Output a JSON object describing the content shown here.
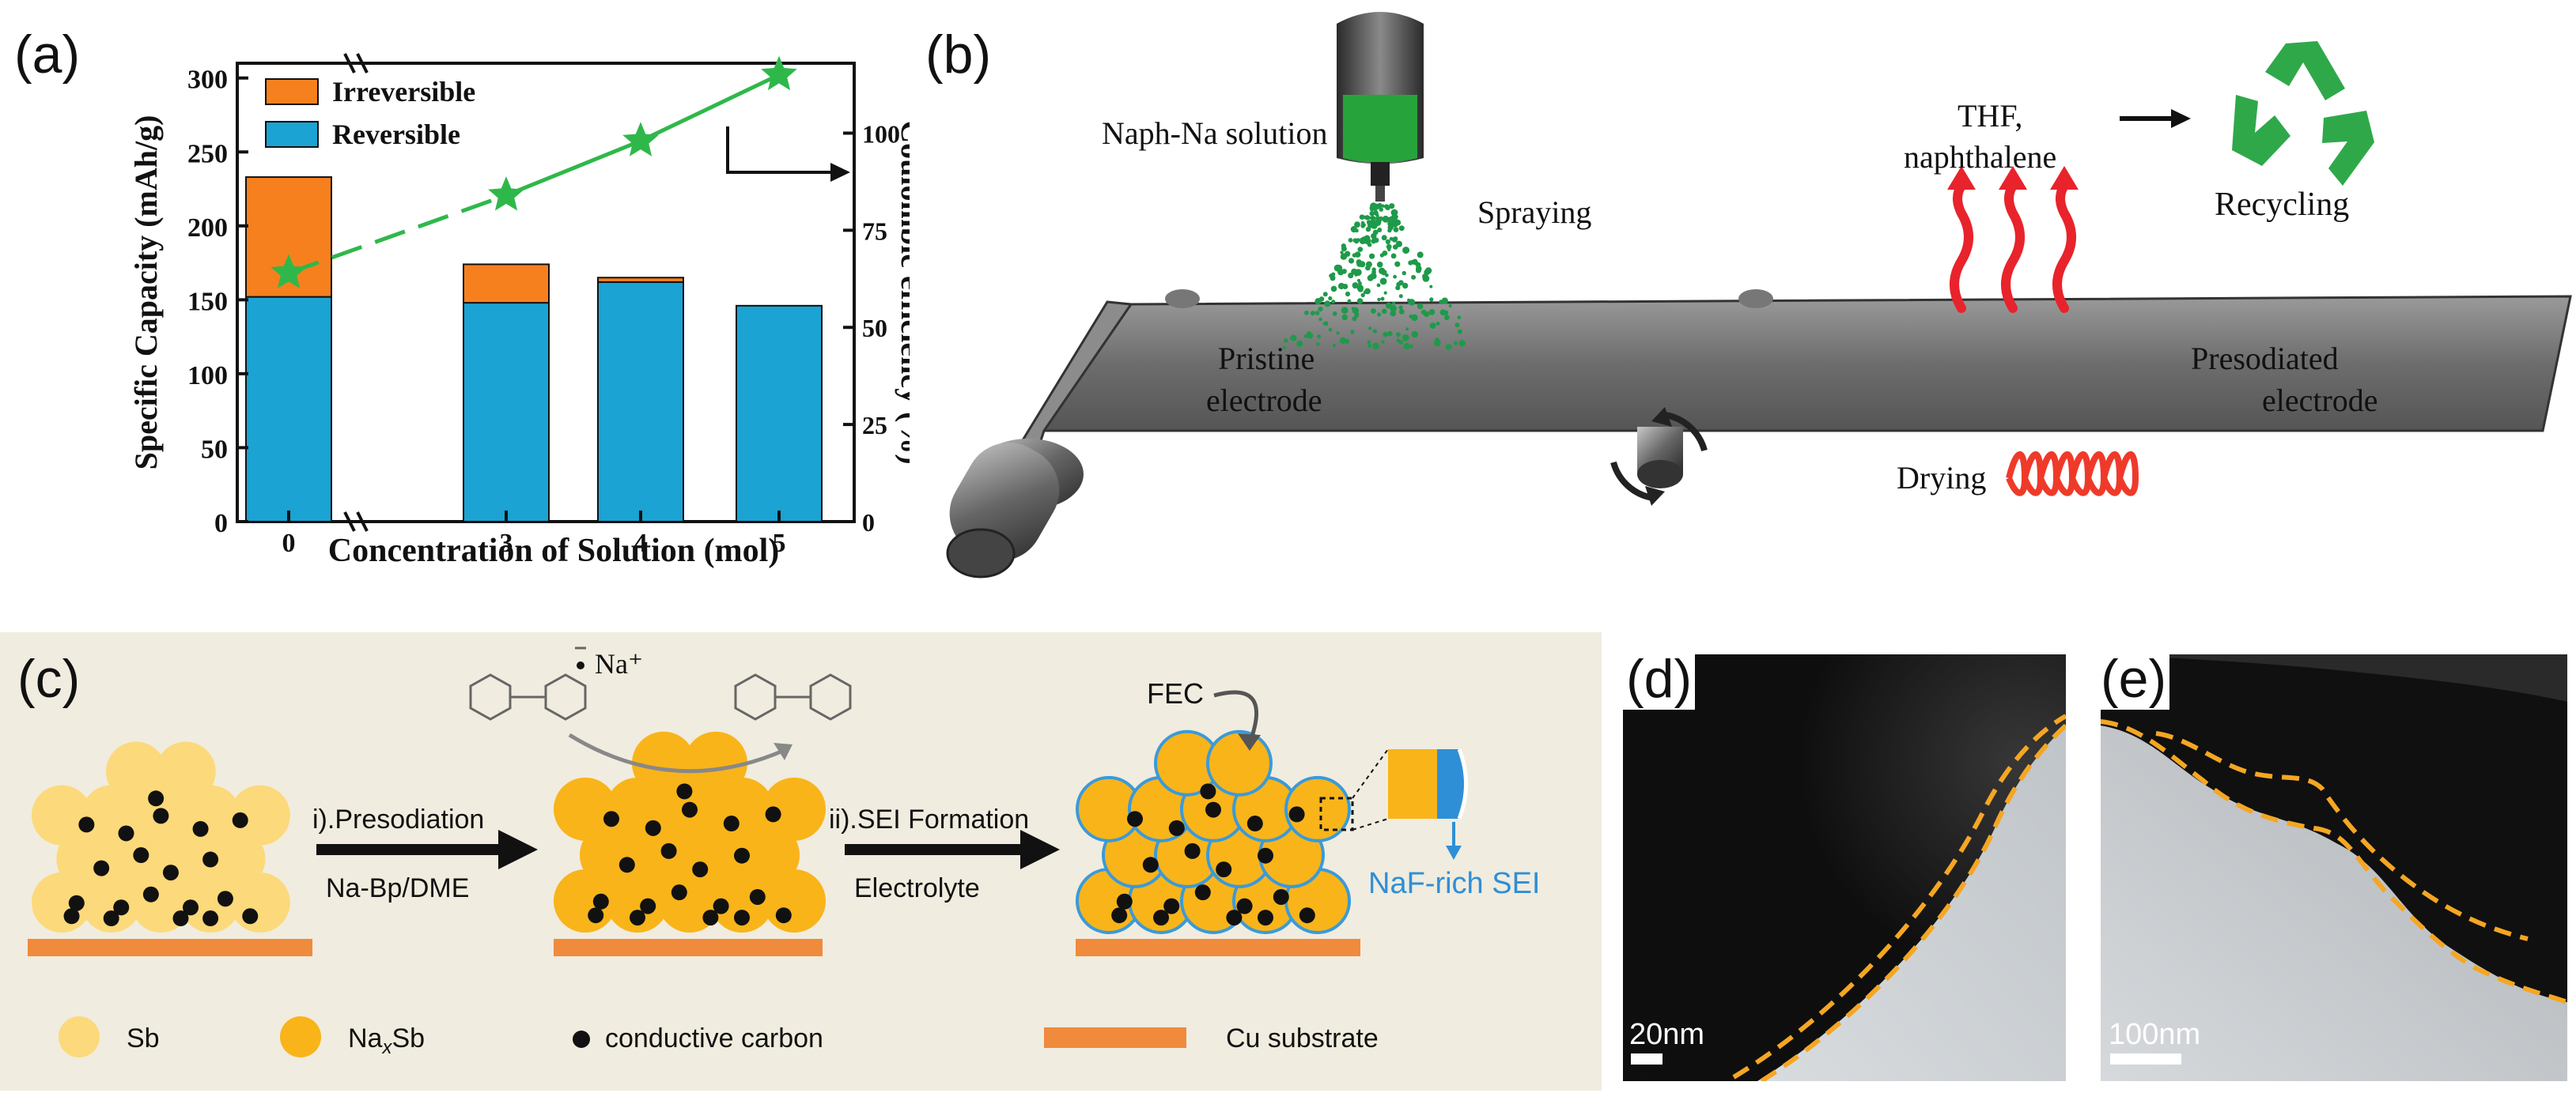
{
  "panel_labels": {
    "a": "(a)",
    "b": "(b)",
    "c": "(c)",
    "d": "(d)",
    "e": "(e)"
  },
  "colors": {
    "irreversible": "#f7801e",
    "reversible": "#1aa3d3",
    "efficiency": "#2fb84a",
    "text": "#111111",
    "cu": "#f08a3d",
    "sb": "#fcd97a",
    "naxsb": "#f9b41a",
    "sei": "#2e8fd6",
    "panel_c_bg": "#f0ecdf"
  },
  "chart_data": {
    "type": "bar",
    "categories": [
      "0",
      "3",
      "4",
      "5"
    ],
    "series": [
      {
        "name": "Reversible",
        "values": [
          152,
          148,
          162,
          146
        ],
        "color": "#1aa3d3"
      },
      {
        "name": "Irreversible",
        "values": [
          81,
          26,
          3,
          0
        ],
        "color": "#f7801e"
      },
      {
        "name": "",
        "values": [
          64,
          84,
          98,
          115
        ],
        "axis": "right",
        "kind": "line",
        "color": "#2fb84a"
      }
    ],
    "stacked": true,
    "xlabel": "Concentration of Solution (mol)",
    "ylabel": "Specific Capacity (mAh/g)",
    "y2label": "Coulombic efficiency (%)",
    "ylim": [
      0,
      310
    ],
    "y2lim": [
      0,
      118
    ],
    "yticks": [
      0,
      50,
      100,
      150,
      200,
      250,
      300
    ],
    "y2ticks": [
      0,
      25,
      50,
      75,
      100
    ],
    "legend": [
      "Irreversible",
      "Reversible"
    ],
    "legend_position": "top-left",
    "axis_break": "between 0 and 3"
  },
  "panel_b": {
    "naph_na": "Naph-Na solution",
    "spraying": "Spraying",
    "pristine_1": "Pristine",
    "pristine_2": "electrode",
    "presodiated_1": "Presodiated",
    "presodiated_2": "electrode",
    "drying": "Drying",
    "thf_1": "THF,",
    "thf_2": "naphthalene",
    "recycling": "Recycling"
  },
  "panel_c": {
    "na_plus": "Na⁺",
    "step1": "i).Presodiation",
    "step1_sub": "Na-Bp/DME",
    "step2": "ii).SEI Formation",
    "step2_sub": "Electrolyte",
    "fec": "FEC",
    "sei_label": "NaF-rich SEI",
    "legend_sb": "Sb",
    "legend_naxsb_a": "Na",
    "legend_naxsb_x": "x",
    "legend_naxsb_b": "Sb",
    "legend_carbon": "conductive carbon",
    "legend_cu": "Cu substrate"
  },
  "panel_d": {
    "scale": "20nm"
  },
  "panel_e": {
    "scale": "100nm"
  }
}
